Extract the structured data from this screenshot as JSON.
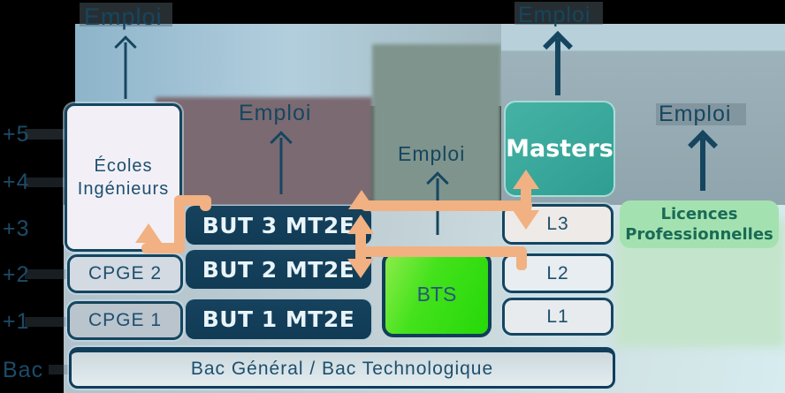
{
  "diagram": {
    "emploi_label": "Emploi",
    "levels": [
      "+5",
      "+4",
      "+3",
      "+2",
      "+1",
      "Bac"
    ],
    "boxes": {
      "ecoles_ingenieurs": {
        "line1": "Écoles",
        "line2": "Ingénieurs"
      },
      "but3": "BUT 3 MT2E",
      "but2": "BUT 2 MT2E",
      "but1": "BUT 1 MT2E",
      "cpge2": "CPGE 2",
      "cpge1": "CPGE 1",
      "bts": "BTS",
      "l3": "L3",
      "l2": "L2",
      "l1": "L1",
      "masters": "Masters",
      "licences_pro": {
        "line1": "Licences",
        "line2": "Professionnelles"
      },
      "bac": "Bac Général / Bac Technologique"
    },
    "colors": {
      "navy": "#113d59",
      "teal": "#35a296",
      "bright_green": "#2ed70c",
      "light_green": "#a3e2b0",
      "orange_bridge": "#f1b182"
    }
  }
}
